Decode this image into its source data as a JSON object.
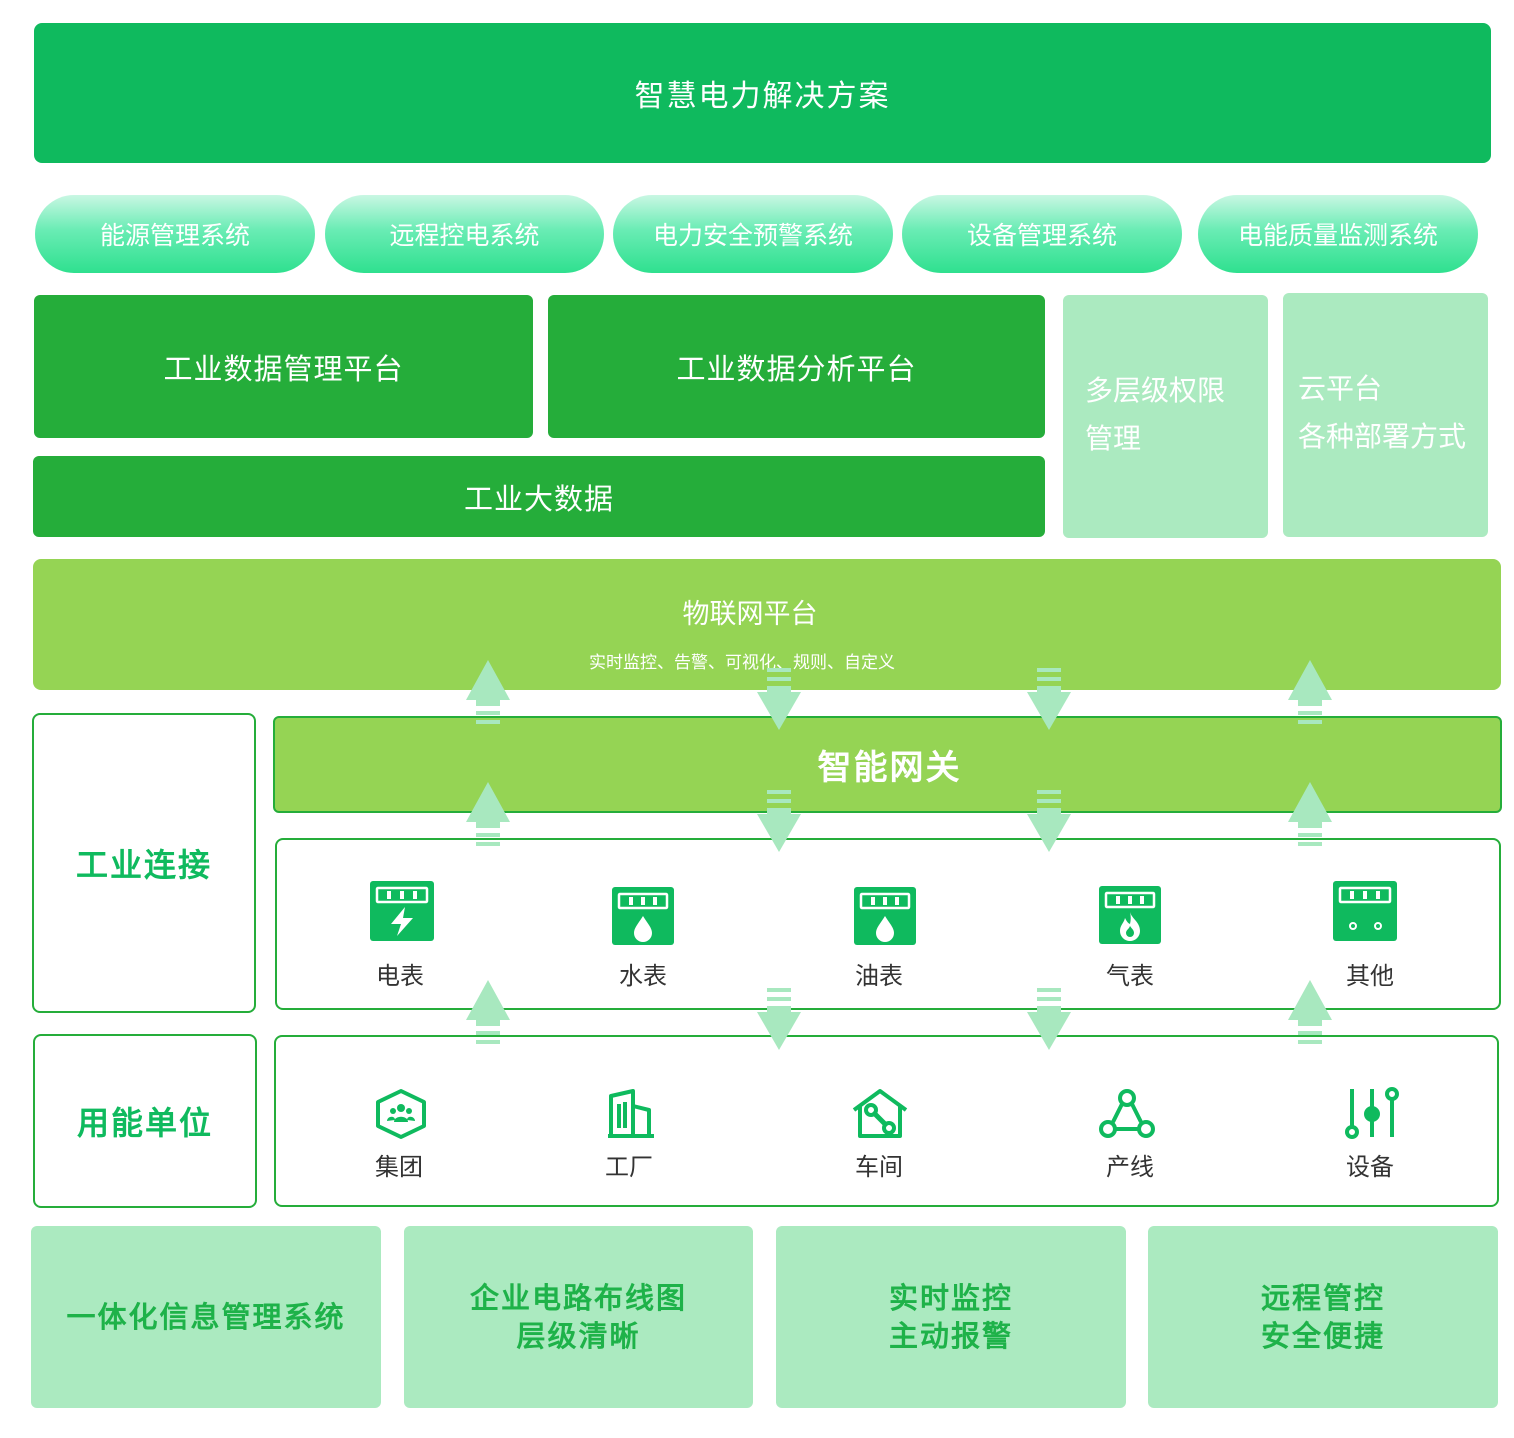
{
  "title": "智慧电力解决方案",
  "systems": [
    "能源管理系统",
    "远程控电系统",
    "电力安全预警系统",
    "设备管理系统",
    "电能质量监测系统"
  ],
  "platforms": {
    "management": "工业数据管理平台",
    "analysis": "工业数据分析平台",
    "bigdata": "工业大数据",
    "permission_line1": "多层级权限",
    "permission_line2": "管理",
    "cloud_line1": "云平台",
    "cloud_line2": "各种部署方式"
  },
  "iot": {
    "title": "物联网平台",
    "subtitle": "实时监控、告警、可视化、规则、自定义"
  },
  "gateway": "智能网关",
  "industrial_connection": {
    "label": "工业连接",
    "meters": [
      {
        "label": "电表",
        "icon": "electric-meter-icon"
      },
      {
        "label": "水表",
        "icon": "water-meter-icon"
      },
      {
        "label": "油表",
        "icon": "oil-meter-icon"
      },
      {
        "label": "气表",
        "icon": "gas-meter-icon"
      },
      {
        "label": "其他",
        "icon": "other-meter-icon"
      }
    ]
  },
  "energy_units": {
    "label": "用能单位",
    "units": [
      {
        "label": "集团",
        "icon": "group-icon"
      },
      {
        "label": "工厂",
        "icon": "factory-icon"
      },
      {
        "label": "车间",
        "icon": "workshop-icon"
      },
      {
        "label": "产线",
        "icon": "production-line-icon"
      },
      {
        "label": "设备",
        "icon": "equipment-icon"
      }
    ]
  },
  "features": [
    {
      "line1": "一体化信息管理系统",
      "line2": ""
    },
    {
      "line1": "企业电路布线图",
      "line2": "层级清晰"
    },
    {
      "line1": "实时监控",
      "line2": "主动报警"
    },
    {
      "line1": "远程管控",
      "line2": "安全便捷"
    }
  ],
  "colors": {
    "primary_green": "#0fba5e",
    "dark_green": "#25ad3a",
    "lime": "#95d454",
    "light_green": "#abeac0",
    "arrow": "#a8e8bf"
  }
}
